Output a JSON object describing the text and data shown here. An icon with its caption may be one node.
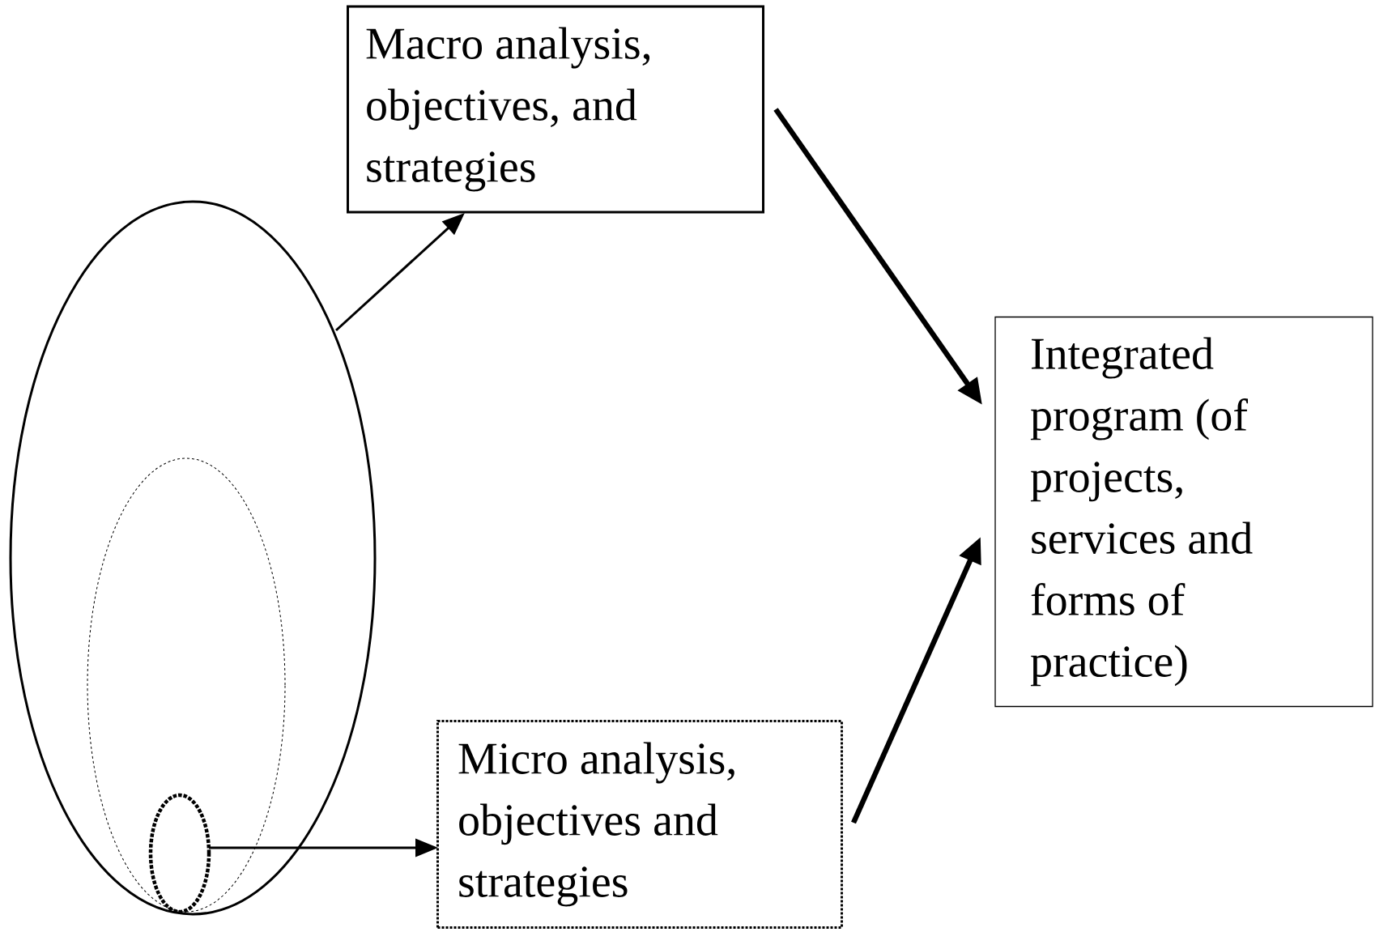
{
  "diagram": {
    "nodes": [
      {
        "text": [],
        "shape": "ellipse"
      },
      {
        "text": [],
        "shape": "ellipse",
        "in": 0
      },
      {
        "text": [],
        "shape": "ellipse",
        "in": 1
      },
      {
        "text": [
          "Macro analysis, objectives, and strategies"
        ]
      },
      {
        "text": [
          "Integrated program (of projects, services and forms of practice)"
        ]
      },
      {
        "text": [
          "Micro analysis, objectives and strategies"
        ]
      }
    ],
    "edges": [
      {
        "from": 0,
        "to": 3,
        "arrow": "to"
      },
      {
        "from": 3,
        "to": 4,
        "arrow": "to",
        "style": "thick"
      },
      {
        "from": 5,
        "to": 4,
        "arrow": "to",
        "style": "thick"
      },
      {
        "from": 2,
        "to": 5,
        "arrow": "to"
      }
    ]
  }
}
